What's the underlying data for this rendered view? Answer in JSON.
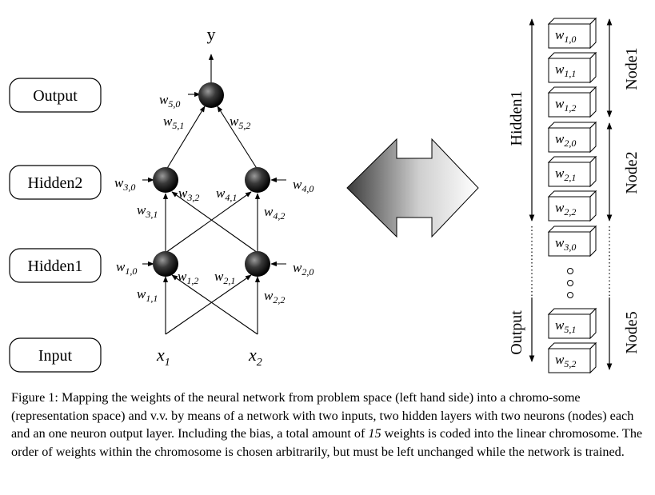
{
  "layer_labels": {
    "output": "Output",
    "hidden2": "Hidden2",
    "hidden1": "Hidden1",
    "input": "Input"
  },
  "network": {
    "y": "y",
    "x1": "x1",
    "x2": "x2",
    "weights": {
      "w50": {
        "base": "w",
        "sub": "5,0"
      },
      "w51": {
        "base": "w",
        "sub": "5,1"
      },
      "w52": {
        "base": "w",
        "sub": "5,2"
      },
      "w30": {
        "base": "w",
        "sub": "3,0"
      },
      "w31": {
        "base": "w",
        "sub": "3,1"
      },
      "w32": {
        "base": "w",
        "sub": "3,2"
      },
      "w40": {
        "base": "w",
        "sub": "4,0"
      },
      "w41": {
        "base": "w",
        "sub": "4,1"
      },
      "w42": {
        "base": "w",
        "sub": "4,2"
      },
      "w10": {
        "base": "w",
        "sub": "1,0"
      },
      "w11": {
        "base": "w",
        "sub": "1,1"
      },
      "w12": {
        "base": "w",
        "sub": "1,2"
      },
      "w20": {
        "base": "w",
        "sub": "2,0"
      },
      "w21": {
        "base": "w",
        "sub": "2,1"
      },
      "w22": {
        "base": "w",
        "sub": "2,2"
      }
    }
  },
  "chromosome": {
    "genes": [
      {
        "base": "w",
        "sub": "1,0"
      },
      {
        "base": "w",
        "sub": "1,1"
      },
      {
        "base": "w",
        "sub": "1,2"
      },
      {
        "base": "w",
        "sub": "2,0"
      },
      {
        "base": "w",
        "sub": "2,1"
      },
      {
        "base": "w",
        "sub": "2,2"
      },
      {
        "base": "w",
        "sub": "3,0"
      },
      {
        "base": "w",
        "sub": "5,1"
      },
      {
        "base": "w",
        "sub": "5,2"
      }
    ],
    "left_labels": {
      "hidden1": "Hidden1",
      "output": "Output"
    },
    "right_labels": {
      "node1": "Node1",
      "node2": "Node2",
      "node5": "Node5"
    },
    "ellipsis": "o o o"
  },
  "caption": {
    "part1": "Figure 1: Mapping the weights of the neural network from problem space (left hand side) into a chromo-some (representation space) and v.v. by means of a network with two inputs, two hidden layers with two neurons (nodes) each and an one neuron output layer. Including the bias, a total amount of ",
    "count": "15",
    "part2": " weights is coded into the linear chromosome. The order of weights within the chromosome is chosen arbitrarily, but must be left unchanged while the network is trained."
  }
}
